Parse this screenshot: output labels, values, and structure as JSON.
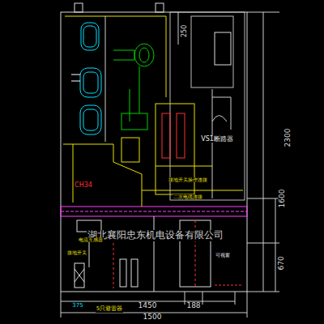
{
  "diagram": {
    "labels": [
      "250",
      "VS1断路器",
      "CH34",
      "接地开关操作连接",
      "二次电缆连接",
      "湖北襄阳忠东机电设备有限公司",
      "可视窗",
      "电流互感器",
      "接地开关",
      "5只避雷器",
      "375",
      "188",
      "1450",
      "1500",
      "2300",
      "1600",
      "670"
    ]
  }
}
